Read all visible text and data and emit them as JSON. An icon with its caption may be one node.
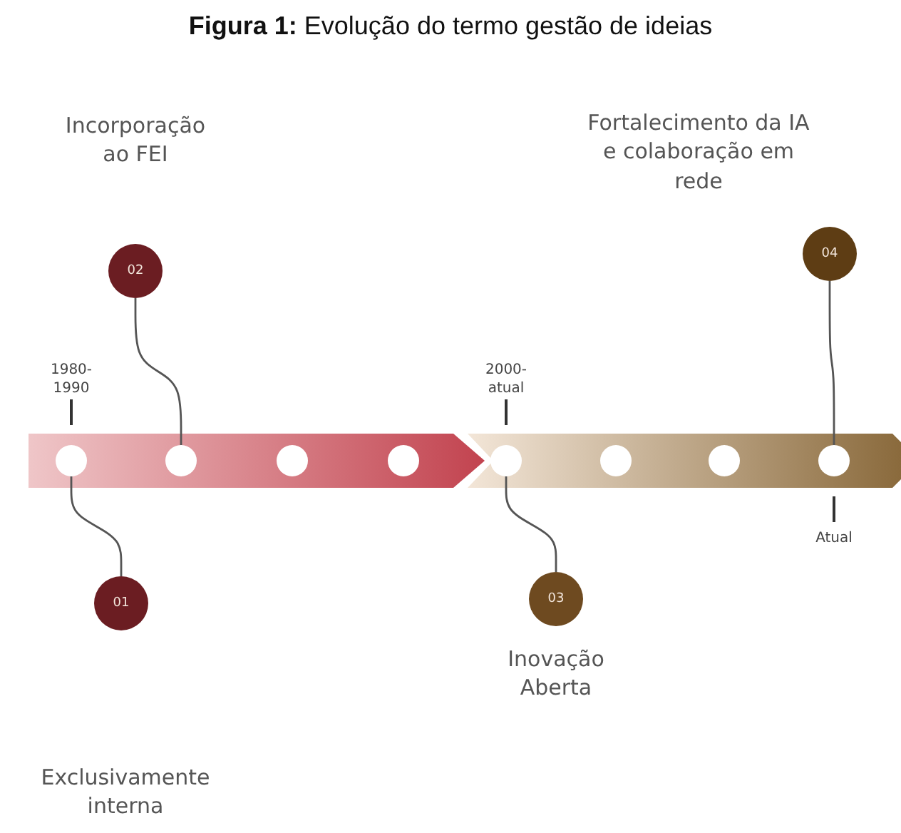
{
  "diagram": {
    "title": "**Figura  1:** Evolução do termo gestão de ideias",
    "nodes": [
      {
        "text": [],
        "shape": "circle"
      },
      {
        "text": [],
        "shape": "circle"
      },
      {
        "text": [],
        "shape": "circle"
      },
      {
        "text": [],
        "shape": "circle"
      },
      {
        "text": [],
        "shape": "circle"
      },
      {
        "text": [],
        "shape": "circle"
      },
      {
        "text": [],
        "shape": "circle"
      },
      {
        "text": [],
        "shape": "circle"
      },
      {
        "text": [
          "01"
        ]
      },
      {
        "text": [
          "02"
        ]
      },
      {
        "text": [
          "03"
        ],
        "beside": [
          "Inovação Aberta"
        ]
      },
      {
        "text": [
          "04"
        ],
        "beside": [
          "Fortalecimento da IA e colaboração em rede"
        ]
      }
    ],
    "edges": [
      {
        "from": 8,
        "to": 0,
        "arrow": "none"
      },
      {
        "from": 9,
        "to": 1,
        "arrow": "none"
      },
      {
        "from": 10,
        "to": 4,
        "arrow": "none"
      },
      {
        "from": 11,
        "to": 7,
        "arrow": "none"
      }
    ],
    "labels": [
      "Incorporação ao FEI",
      "1980-1990",
      "2000-atual",
      "Atual",
      "Exclusivamente interna"
    ]
  }
}
